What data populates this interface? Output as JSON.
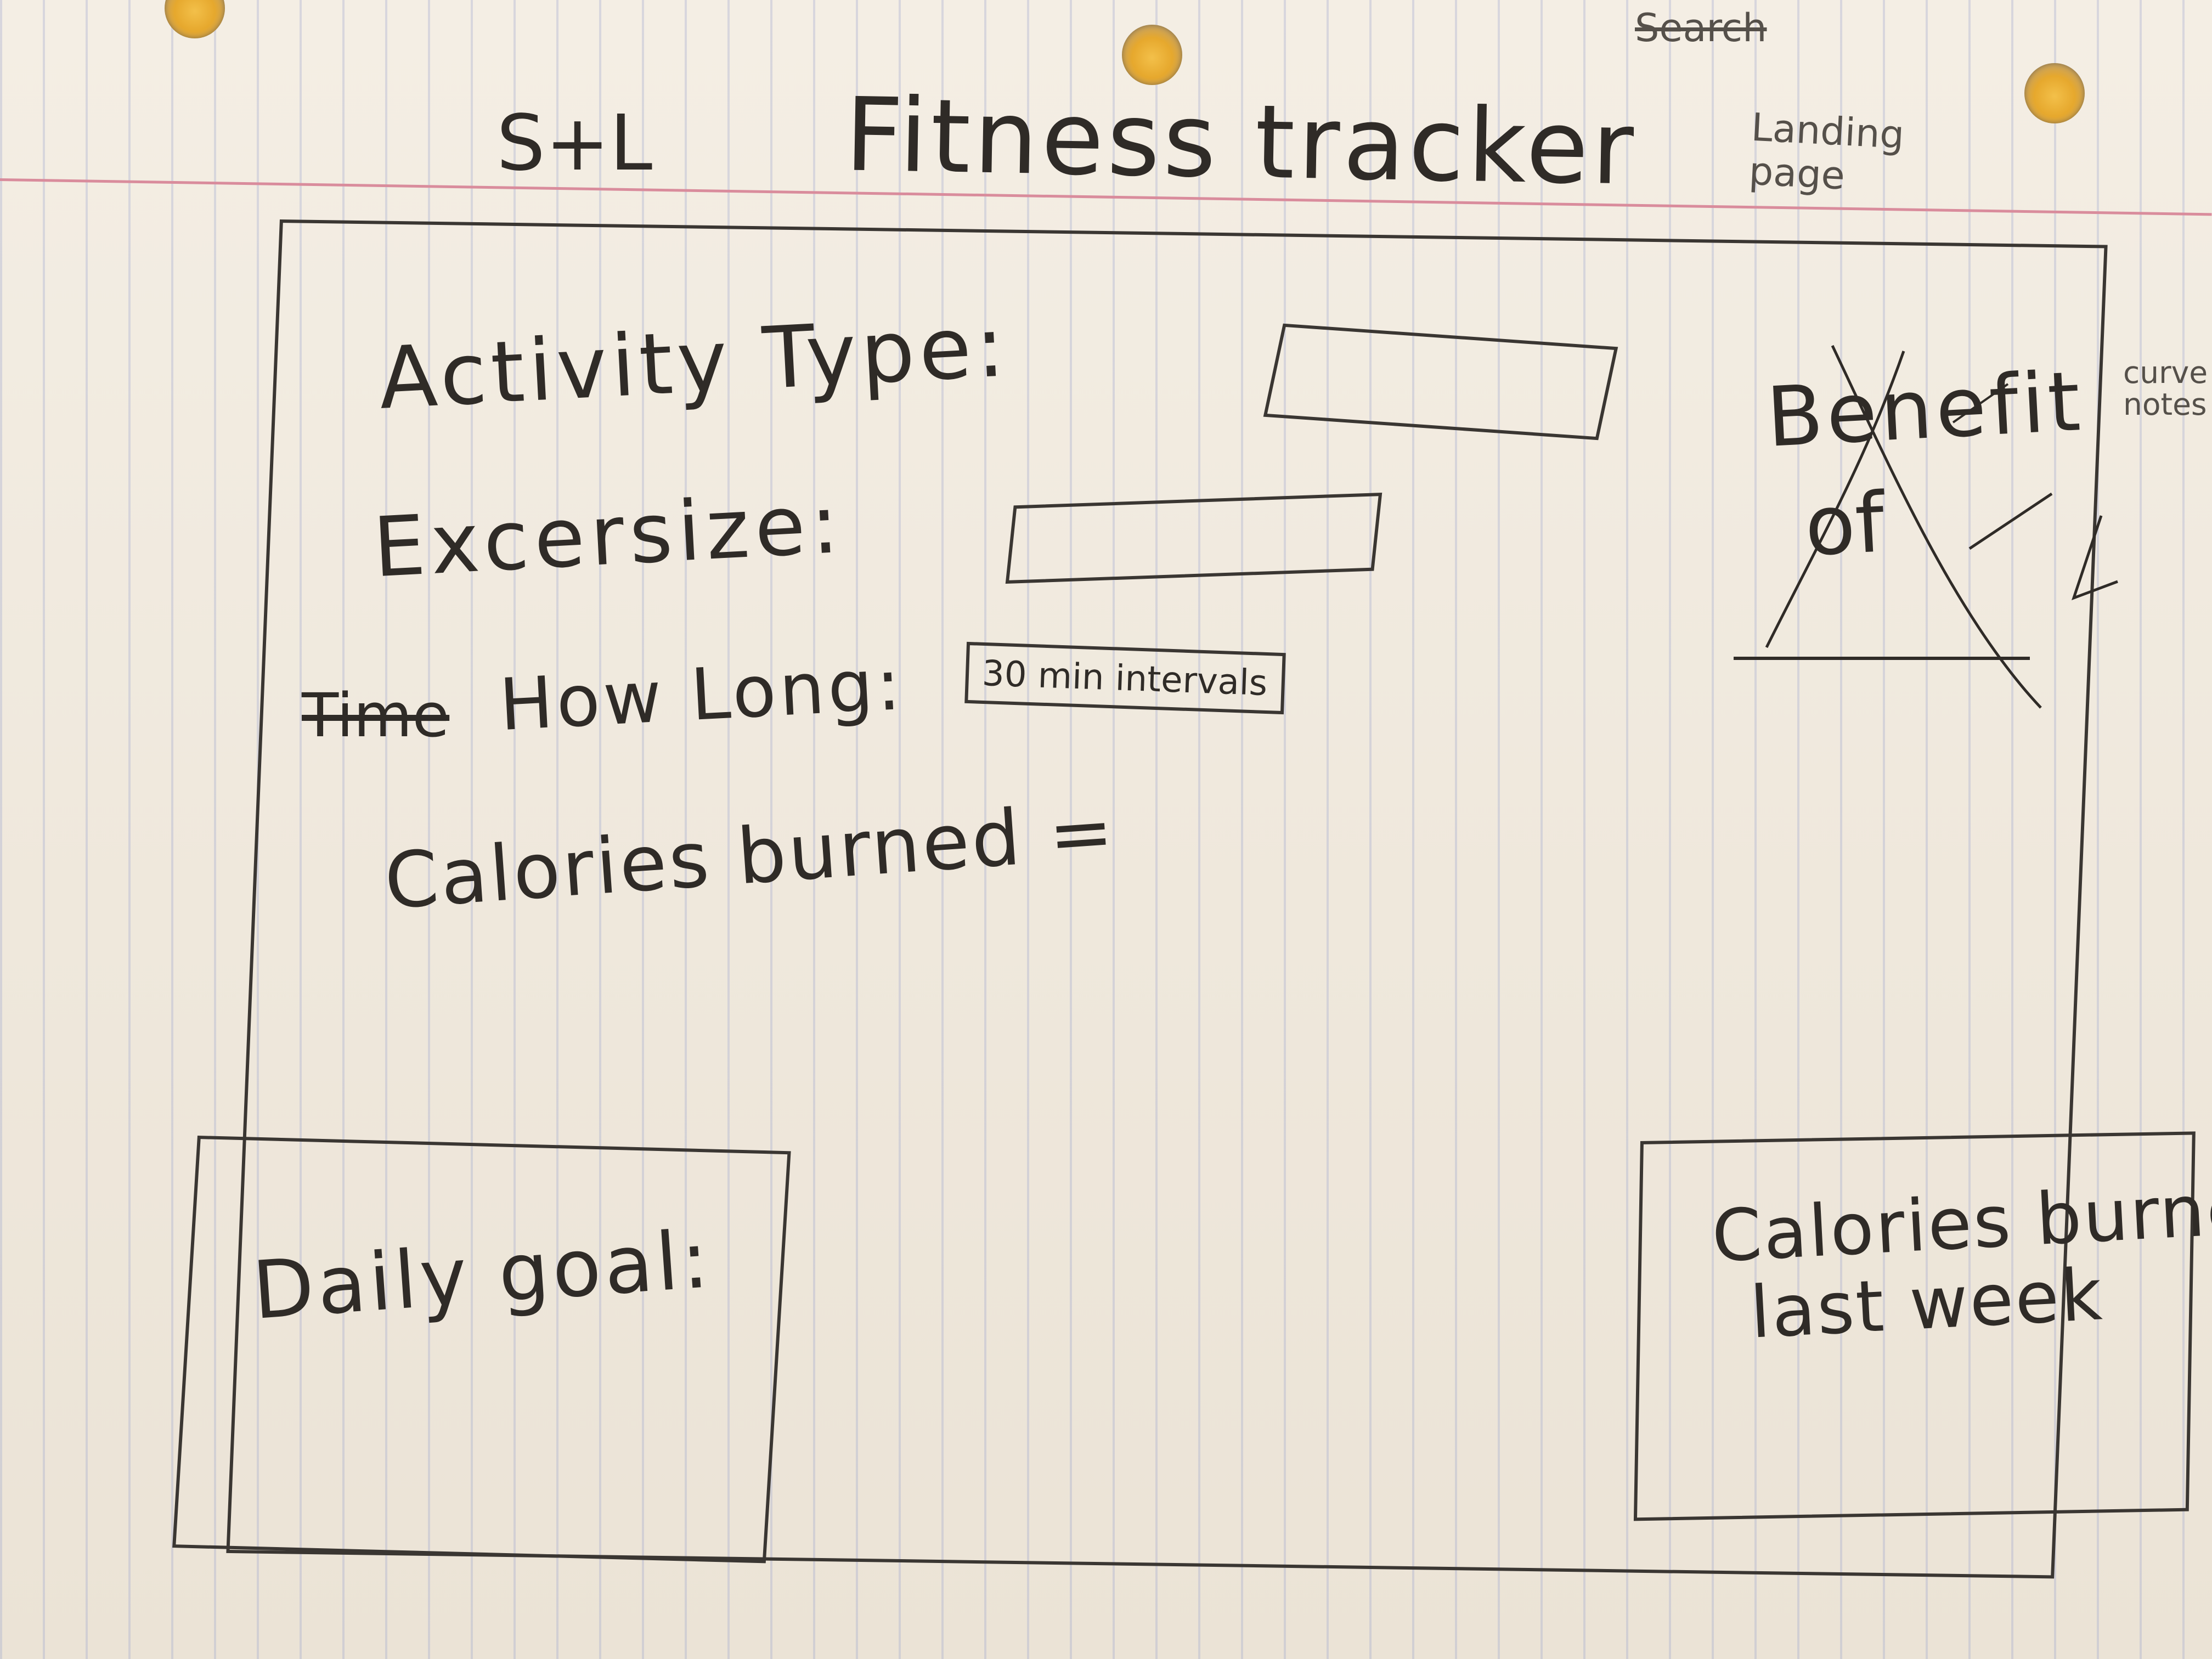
{
  "header": {
    "initials": "S+L",
    "title": "Fitness tracker",
    "side_note": "Landing page",
    "struck_note": "Search"
  },
  "form": {
    "activity_label": "Activity Type:",
    "exercise_label": "Excersize:",
    "duration_struck": "Time",
    "duration_label": "How Long:",
    "duration_value": "30 min intervals",
    "calories_label": "Calories burned ="
  },
  "benefit_panel": {
    "label_line1": "Benefit",
    "label_line2": "of",
    "note": "curve notes"
  },
  "daily_goal": {
    "label": "Daily goal:"
  },
  "last_week": {
    "label_line1": "Calories burned",
    "label_line2": "last week"
  },
  "colors": {
    "paper": "#f1ebe0",
    "ink": "#2f2b27",
    "margin_line": "#d98c9c",
    "rule_lines": "#969ccd"
  }
}
